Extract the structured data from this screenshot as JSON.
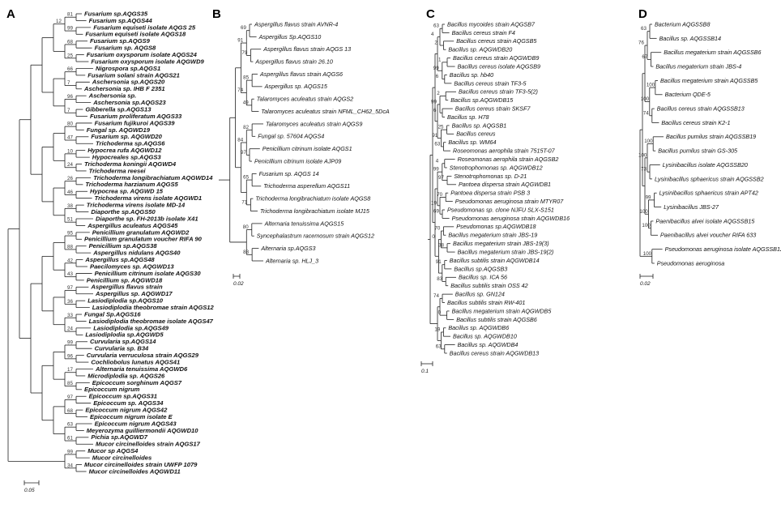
{
  "panels": [
    {
      "label": "A",
      "scale_label": "0.05",
      "leaves": [
        "Fusarium sp.AQGS35",
        "Fusarium sp.AQGS44",
        "Fusarium equiseti isolate AQGS 25",
        "Fusarium equiseti isolate AQGS18",
        "Fusarium sp.AQGS9",
        "Fusarium sp. AQGS8",
        "Fusarium oxysporum isolate AQGS24",
        "Fusarium oxysporum isolate AQGWD9",
        "Nigrospora sp.AQGS1",
        "Fusarium solani strain AQGS21",
        "Aschersonia sp.AQGS20",
        "Aschersonia sp. IHB F 2351",
        "Aschersonia sp.",
        "Aschersonia sp.AQGS23",
        "Gibberella sp.AQGS13",
        "Fusarium proliferatum AQGS33",
        "Fusarium fujikuroi AQGS39",
        "Fungal sp. AQGWD19",
        "Fusarium sp. AQGWD20",
        "Trichoderma sp.AQGS6",
        "Hypocrea rufa AQGWD12",
        "Hypocreales sp.AQGS3",
        "Trichoderma koningii AQGWD4",
        "Trichoderma reesei",
        "Trichoderma longibrachiatum AQGWD14",
        "Trichoderma harzianum AQGS5",
        "Hypocrea sp. AQGWD 15",
        "Trichoderma virens isolate AQGWD1",
        "Trichoderma virens isolate MD-14",
        "Diaporthe sp.AQGS50",
        "Diaporthe sp. FH-2013b isolate X41",
        "Aspergillus aculeatus AQGS45",
        "Penicillium granulatum AQGWD2",
        "Penicillium granulatum voucher RIFA 90",
        "Penicillium sp.AQGS38",
        "Aspergillus nidulans AQGS40",
        "Aspergillus sp.AQGS48",
        "Paecilomyces sp. AQGWD13",
        "Penicillium citrinum isolate AQGS30",
        "Penicillium sp. AQGWD18",
        "Aspergillus flavus strain",
        "Aspergillus sp. AQGWD17",
        "Lasiodiplodia sp.AQGS10",
        "Lasiodiplodia theobromae strain AQGS12",
        "Fungal Sp.AQGS16",
        "Lasiodiplodia theobromae isolate AQGS47",
        "Lasiodiplodia sp.AQGS49",
        "Lasiodiplodia sp.AQGWD5",
        "Curvularia sp.AQGS14",
        "Curvularia sp. B34",
        "Curvularia verruculosa strain AQGS29",
        "Cochliobolus lunatus AQGS41",
        "Alternaria tenuissima AQGWD6",
        "Microdiplodia sp. AQGS26",
        "Epicoccum sorghinum AQGS7",
        "Epicoccum nigrum",
        "Epicoccum sp.AQGS31",
        "Epicoccum sp. AQGS34",
        "Epicoccum nigrum AQGS42",
        "Epicoccum nigrum isolate E",
        "Epicoccum nigrum AQGS43",
        "Meyerozyma guilliermondii AQGWD10",
        "Pichia sp.AQGWD7",
        "Mucor circinelloides strain AQGS17",
        "Mucor sp AQGS4",
        "Mucor circinelloides",
        "Mucor circinelloides strain UWFP 1079",
        "Mucor circinelloides AQGWD11"
      ],
      "bootstrap": [
        "81",
        "99",
        "68",
        "25",
        "66",
        "7",
        "96",
        "7",
        "80",
        "47",
        "10",
        "24",
        "26",
        "46",
        "38",
        "51",
        "95",
        "88",
        "42",
        "43",
        "97",
        "36",
        "33",
        "24",
        "99",
        "96",
        "17",
        "85",
        "97",
        "68",
        "63",
        "61",
        "99",
        "34",
        "12"
      ]
    },
    {
      "label": "B",
      "scale_label": "0.02",
      "leaves": [
        "Aspergillus flavus strain AVNR-4",
        "Aspergillus Sp.AQGS10",
        "Aspergillus flavus strain AQGS 13",
        "Aspergillus flavus strain 26.10",
        "Aspergillus flavus strain AQGS6",
        "Aspergillus sp. AQGS15",
        "Talaromyces aculeatus strain AQGS2",
        "Talaromyces aculeatus strain NFML_CH62_5DcA",
        "Talaromyces aculeatus strain AQGS9",
        "Fungal sp. 57604 AQGS4",
        "Penicillium citrinum isolate AQGS1",
        "Penicillium citrinum isolate AJP09",
        "Fusarium sp. AQGS 14",
        "Trichoderma asperellum AQGS11",
        "Trichoderma longibrachiatum isolate AQGS8",
        "Trichoderma longibrachiatum isolate MJ15",
        "Alternaria tenuissima AQGS15",
        "Syncephalastrum racemosum strain AQGS12",
        "Alternaria sp.AQGS3",
        "Alternaria sp. HLJ_3"
      ],
      "bootstrap": [
        "69",
        "79",
        "85",
        "49",
        "82",
        "97",
        "65",
        "71",
        "80",
        "88",
        "91",
        "74",
        "84"
      ]
    },
    {
      "label": "C",
      "scale_label": "0.1",
      "leaves": [
        "Bacillus mycoides strain AQGSB7",
        "Bacillus cereus strain F4",
        "Bacillus cereus strain AQGSB5",
        "Bacillus sp. AQGWDB20",
        "Bacillus cereus strain AQGWDB9",
        "Bacillus cereus isolate AQGSB9",
        "Bacillus sp. hb40",
        "Bacillus cereus strain TF3-5",
        "Bacillus cereus strain TF3-5(2)",
        "Bacillus sp.AQGWDB15",
        "Bacillus cereus strain SKSF7",
        "Bacillus sp. H78",
        "Bacillus sp. AQGSB1",
        "Bacillus cereus",
        "Bacillus sp. WM64",
        "Roseomonas aerophila strain 7515T-07",
        "Roseomonas aerophila strain AQGSB2",
        "Stenotrophomonas sp. AQGWDB12",
        "Stenotrophomonas sp. D-21",
        "Pantoea dispersa strain AQGWDB1",
        "Pantoea dispersa strain PSB 3",
        "Pseudomonas aeruginosa strain MTYR07",
        "Pseudomonas sp. clone NJFU SLX-S151",
        "Pseudomonas aeruginosa strain AQGWDB16",
        "Pseudomonas sp.AQGWDB18",
        "Bacillus megaterium strain JBS-19",
        "Bacillus megaterium strain JBS-19(3)",
        "Bacillus megaterium strain JBS-19(2)",
        "Bacillus subtilis strain AQGWDB14",
        "Bacillus sp.AQGSB3",
        "Bacillus sp. ICA 56",
        "Bacillus subtilis strain OSS 42",
        "Bacillus sp. GN124",
        "Bacillus subtilis strain RW-401",
        "Bacillus megaterium strain AQGWDB5",
        "Bacillus subtilis strain AQGSB6",
        "Bacillus sp. AQGWDB6",
        "Bacillus sp. AQGWDB10",
        "Bacillus sp. AQGWDB4",
        "Bacillus cereus strain AQGWDB13"
      ],
      "bootstrap": [
        "63",
        "2",
        "1",
        "6",
        "2",
        "6",
        "25",
        "63",
        "4",
        "97",
        "70",
        "69",
        "70",
        "38",
        "91",
        "83",
        "74",
        "0",
        "19",
        "63",
        "4",
        "99",
        "99",
        "91",
        "99",
        "19",
        "0"
      ]
    },
    {
      "label": "D",
      "scale_label": "0.02",
      "leaves": [
        "Bacterium AQGSSB8",
        "Bacillus sp. AQGSSB14",
        "Bacillus megaterium strain AQGSSB6",
        "Bacillus megaterium strain JBS-4",
        "Bacillus megaterium strain AQGSSB5",
        "Bacterium QDE-5",
        "Bacillus cereus strain AQGSSB13",
        "Bacillus cereus strain K2-1",
        "Bacillus pumilus strain AQGSSB19",
        "Bacillus pumilus strain GS-305",
        "Lysinibacillus isolate AQGSSB20",
        "Lysinibacillus sphaericus strain AQGSSB2",
        "Lysinibacillus sphaericus strain APT42",
        "Lysinibacillus JBS-27",
        "Paenibacillus alvei isolate AQGSSB15",
        "Paenibacillus alvei voucher RIFA 633",
        "Pseudomonas aeruginosa isolate AQGSSB12",
        "Pseudomonas aeruginosa"
      ],
      "bootstrap": [
        "63",
        "67",
        "100",
        "74",
        "100",
        "73",
        "99",
        "100",
        "100",
        "76",
        "100",
        "100",
        "100"
      ]
    }
  ]
}
